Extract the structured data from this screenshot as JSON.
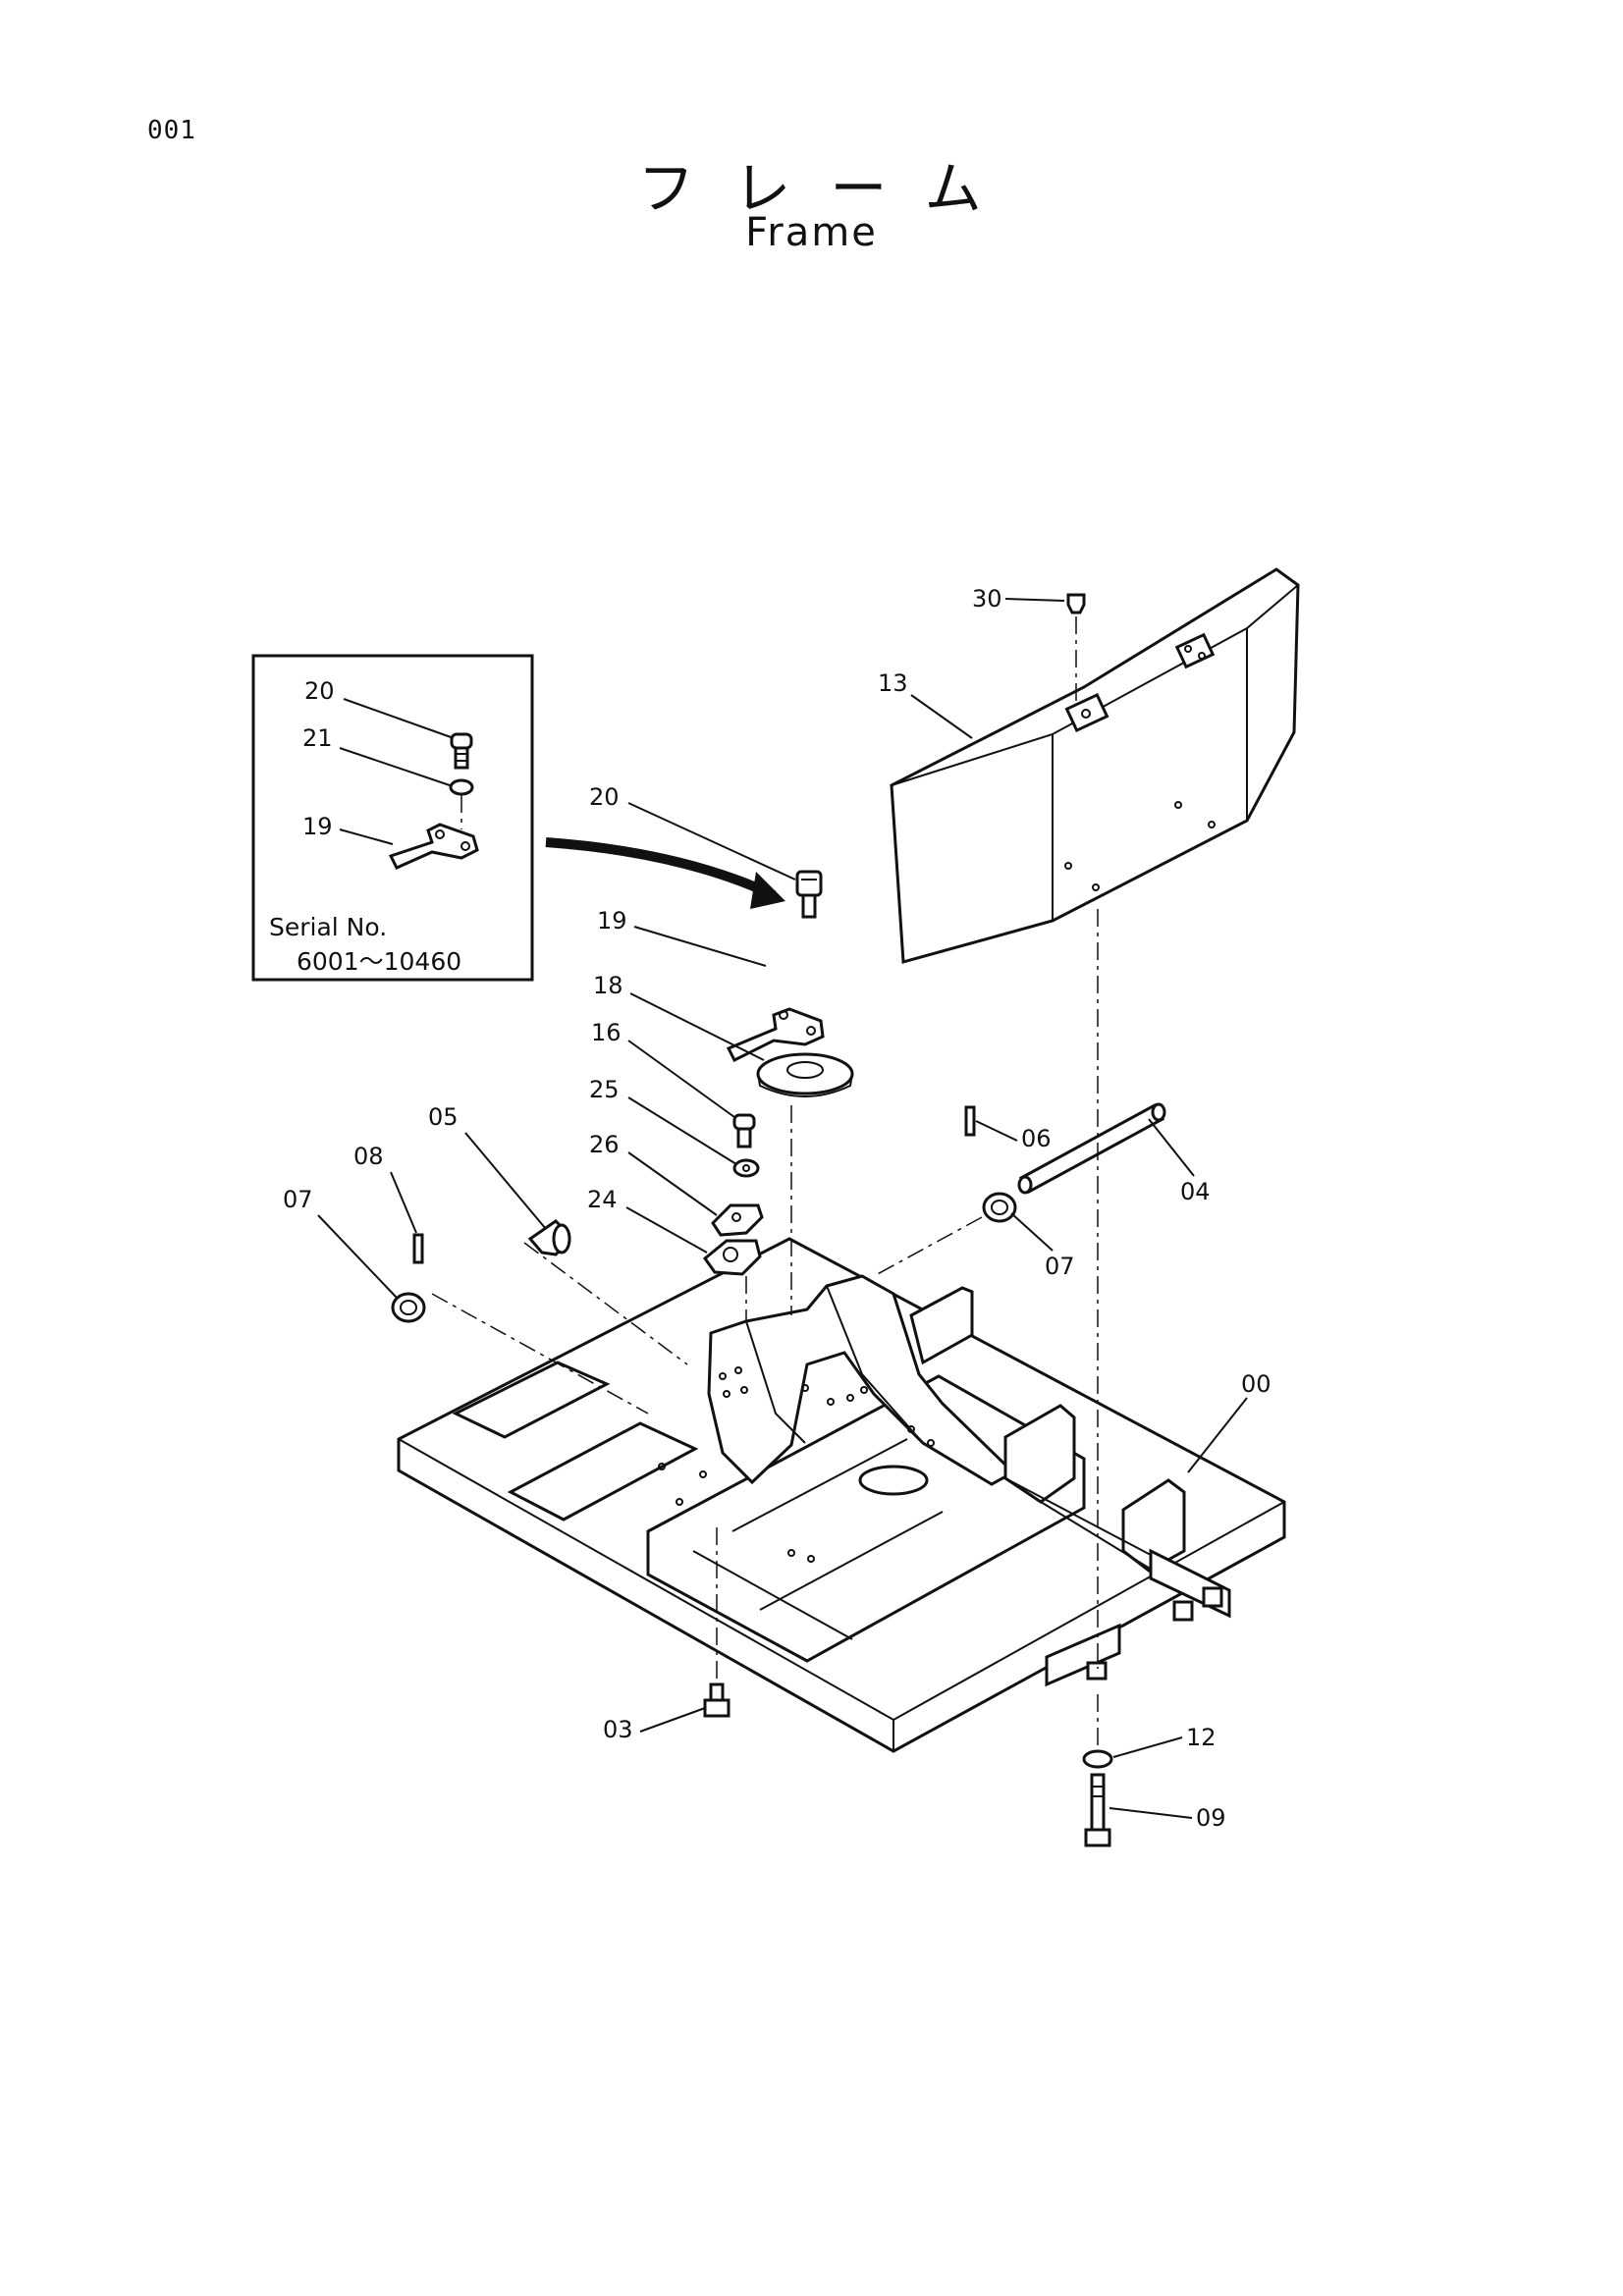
{
  "page": {
    "code": "001",
    "title_jp": "フレーム",
    "title_en": "Frame"
  },
  "inset": {
    "serial_label": "Serial No.",
    "serial_range": "6001〜10460",
    "labels": [
      "20",
      "21",
      "19"
    ]
  },
  "callouts": {
    "c00": "00",
    "c03": "03",
    "c04": "04",
    "c05": "05",
    "c06": "06",
    "c07a": "07",
    "c07b": "07",
    "c08": "08",
    "c09": "09",
    "c12": "12",
    "c13": "13",
    "c16": "16",
    "c18": "18",
    "c19": "19",
    "c20": "20",
    "c24": "24",
    "c25": "25",
    "c26": "26",
    "c30": "30"
  }
}
